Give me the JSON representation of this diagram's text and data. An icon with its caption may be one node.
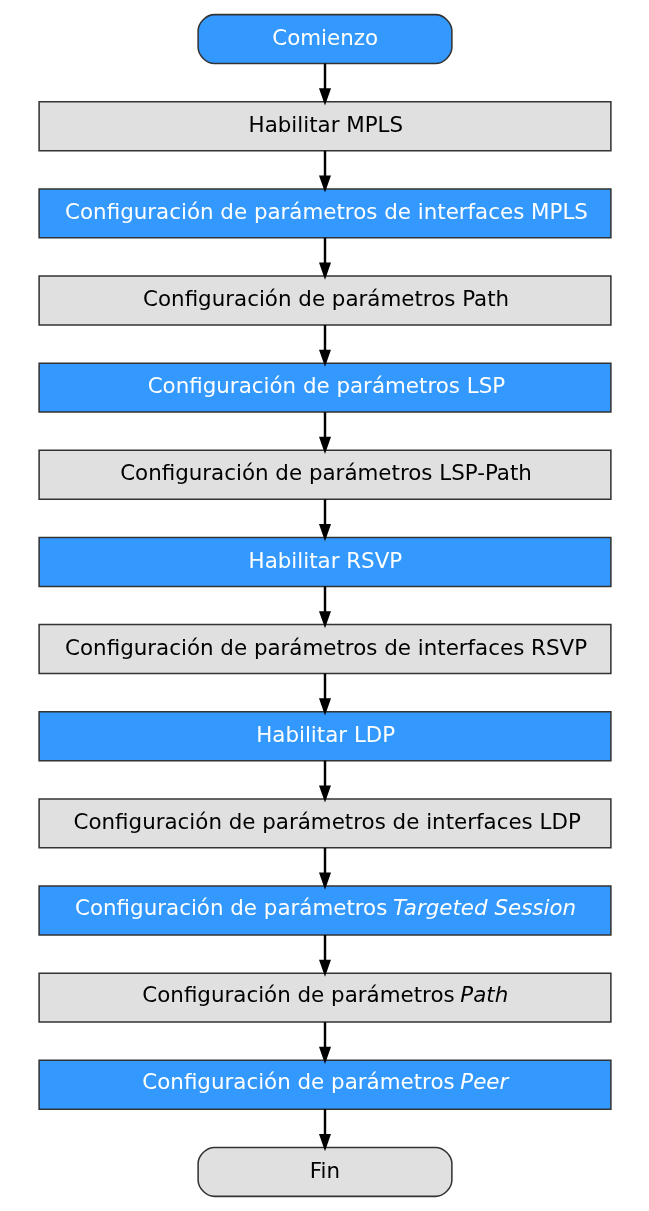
{
  "diagram": {
    "nodes": [
      {
        "text": [
          "Comienzo"
        ]
      },
      {
        "text": [
          "Habilitar MPLS"
        ]
      },
      {
        "text": [
          "Configuración de parámetros de interfaces MPLS"
        ]
      },
      {
        "text": [
          "Configuración de parámetros Path"
        ]
      },
      {
        "text": [
          "Configuración de parámetros LSP"
        ]
      },
      {
        "text": [
          "Configuración de parámetros LSP-Path"
        ]
      },
      {
        "text": [
          "Habilitar RSVP"
        ]
      },
      {
        "text": [
          "Configuración de parámetros de interfaces RSVP"
        ]
      },
      {
        "text": [
          "Habilitar LDP"
        ]
      },
      {
        "text": [
          "Configuración de parámetros de interfaces LDP"
        ]
      },
      {
        "text": [
          "Configuración de parámetros *Targeted Session*"
        ]
      },
      {
        "text": [
          "Configuración de parámetros *Path*"
        ]
      },
      {
        "text": [
          "Configuración de parámetros *Peer*"
        ]
      },
      {
        "text": [
          "Fin"
        ]
      }
    ],
    "edges": [
      {
        "from": 0,
        "to": 1,
        "arrow": "to"
      },
      {
        "from": 1,
        "to": 2,
        "arrow": "to"
      },
      {
        "from": 2,
        "to": 3,
        "arrow": "to"
      },
      {
        "from": 3,
        "to": 4,
        "arrow": "to"
      },
      {
        "from": 4,
        "to": 5,
        "arrow": "to"
      },
      {
        "from": 5,
        "to": 6,
        "arrow": "to"
      },
      {
        "from": 6,
        "to": 7,
        "arrow": "to"
      },
      {
        "from": 7,
        "to": 8,
        "arrow": "to"
      },
      {
        "from": 8,
        "to": 9,
        "arrow": "to"
      },
      {
        "from": 9,
        "to": 10,
        "arrow": "to"
      },
      {
        "from": 10,
        "to": 11,
        "arrow": "to"
      },
      {
        "from": 11,
        "to": 12,
        "arrow": "to"
      },
      {
        "from": 12,
        "to": 13,
        "arrow": "to"
      }
    ]
  }
}
